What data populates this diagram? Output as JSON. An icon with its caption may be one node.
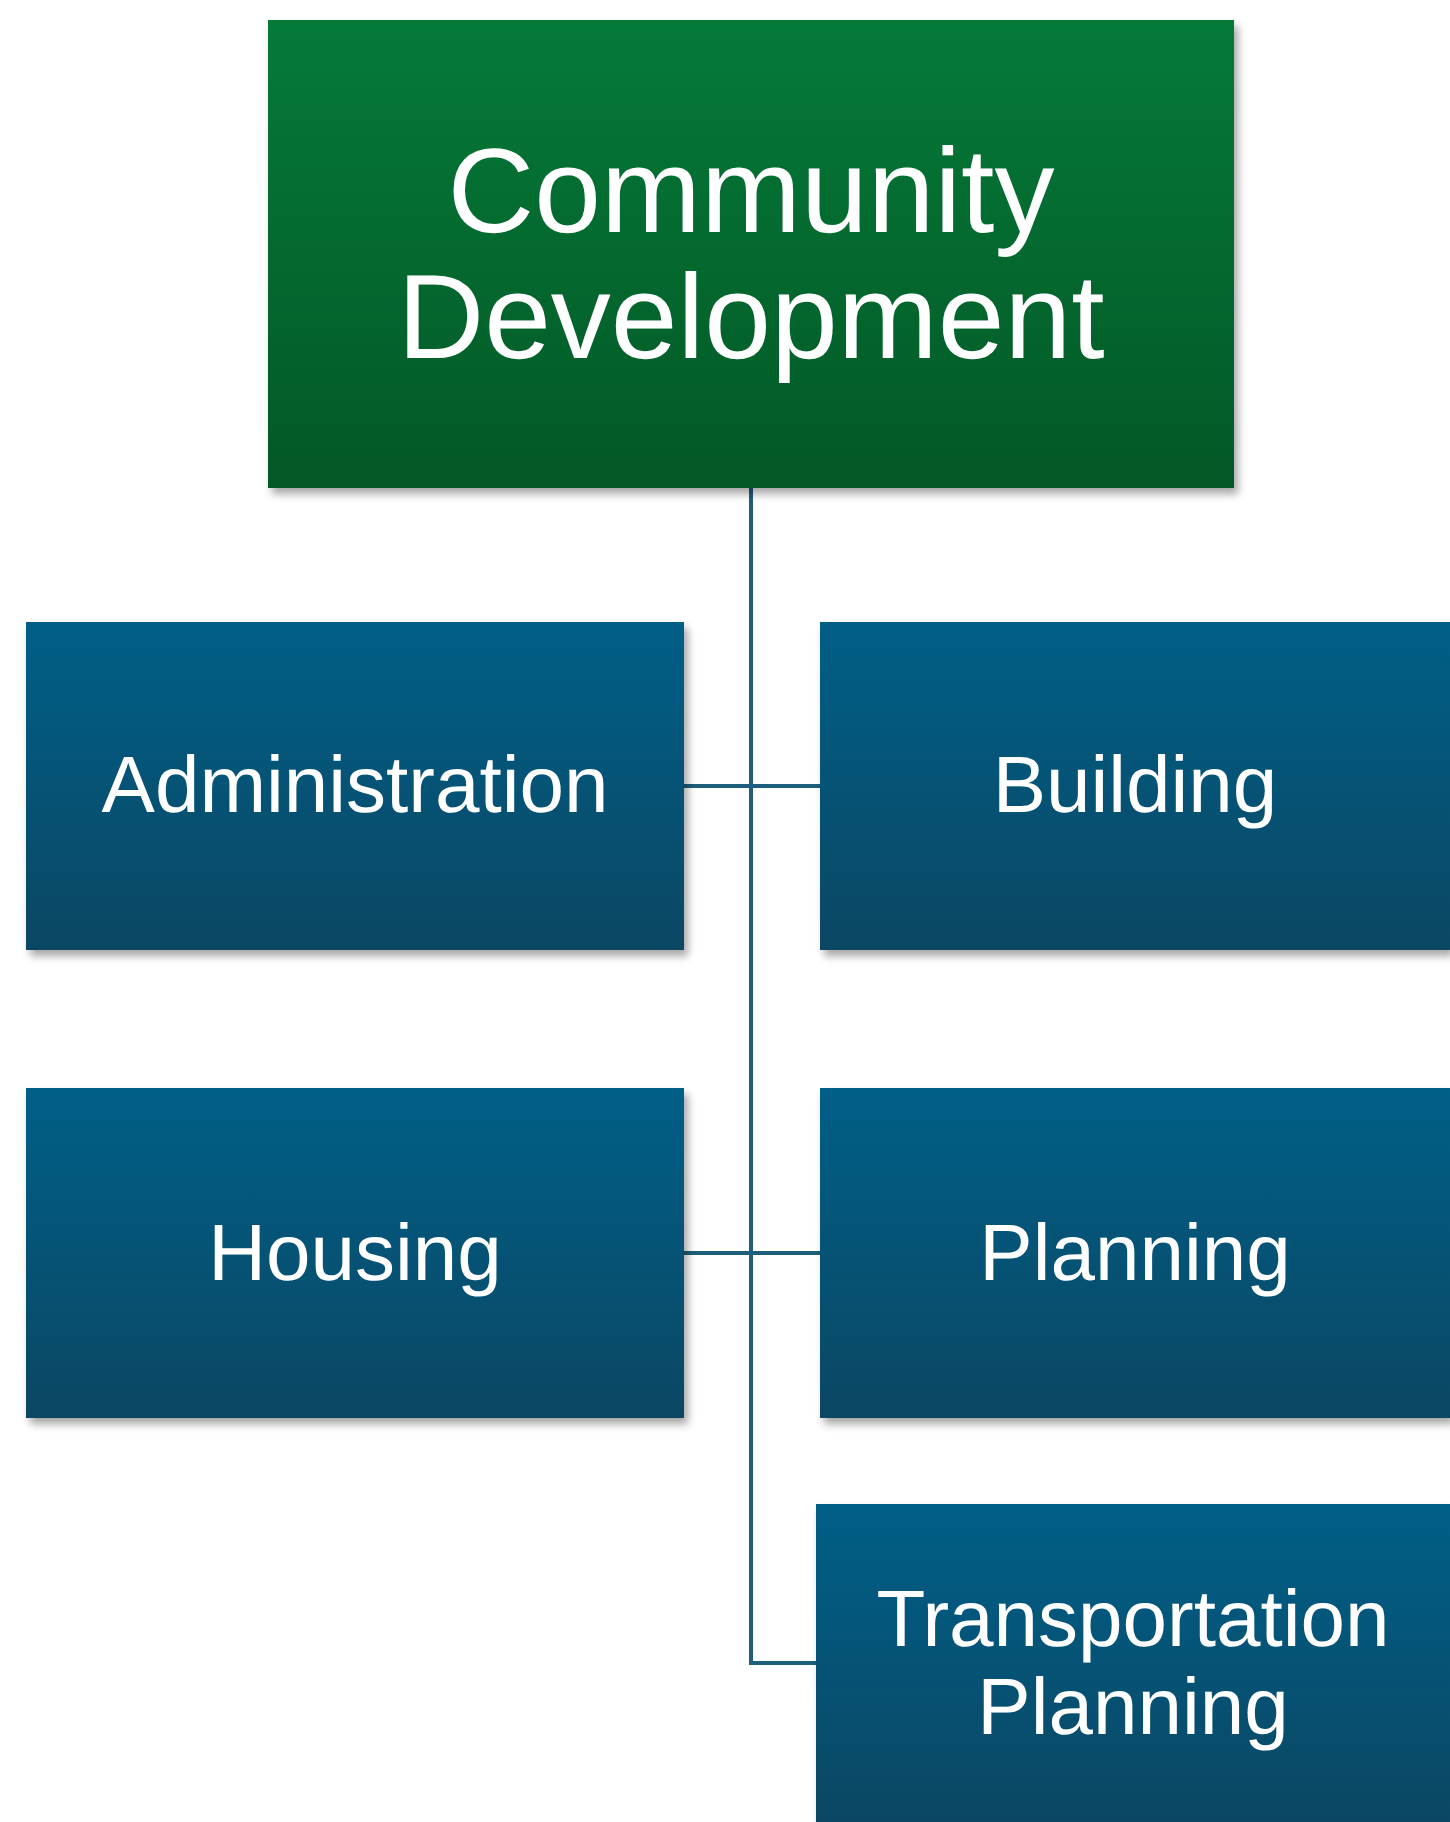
{
  "diagram": {
    "nodes": [
      {
        "text": [
          "Community Development"
        ]
      },
      {
        "text": [
          "Administration"
        ]
      },
      {
        "text": [
          "Building"
        ]
      },
      {
        "text": [
          "Housing"
        ]
      },
      {
        "text": [
          "Planning"
        ]
      },
      {
        "text": [
          "Transportation Planning"
        ]
      }
    ],
    "edges": [
      {
        "from": 0,
        "to": 1,
        "arrow": "none"
      },
      {
        "from": 0,
        "to": 2,
        "arrow": "none"
      },
      {
        "from": 0,
        "to": 3,
        "arrow": "none"
      },
      {
        "from": 0,
        "to": 4,
        "arrow": "none"
      },
      {
        "from": 0,
        "to": 5,
        "arrow": "none"
      }
    ]
  }
}
